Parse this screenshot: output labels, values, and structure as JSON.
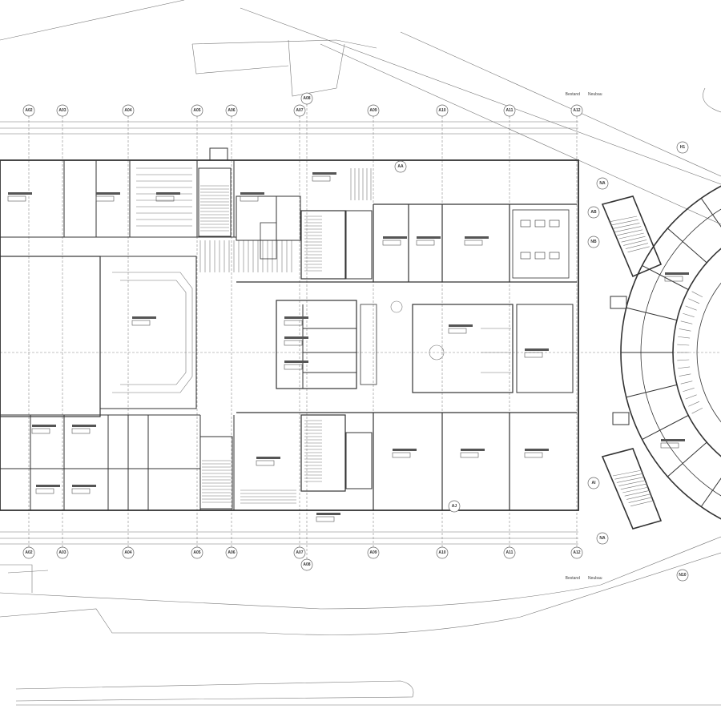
{
  "grid_axes_top": [
    "A02",
    "A03",
    "A04",
    "A05",
    "A06",
    "A07",
    "A09",
    "A10",
    "A11",
    "A12"
  ],
  "grid_axes_bottom": [
    "A02",
    "A03",
    "A04",
    "A05",
    "A06",
    "A07",
    "A09",
    "A10",
    "A11",
    "A12"
  ],
  "grid_extra": "A08",
  "row_axes": [
    "AA",
    "AB",
    "NB",
    "AI",
    "AJ",
    "NA",
    "H1",
    "N10"
  ],
  "legend_top": {
    "left": "Bestand",
    "right": "Neubau"
  },
  "legend_bottom": {
    "left": "Bestand",
    "right": "Neubau"
  }
}
